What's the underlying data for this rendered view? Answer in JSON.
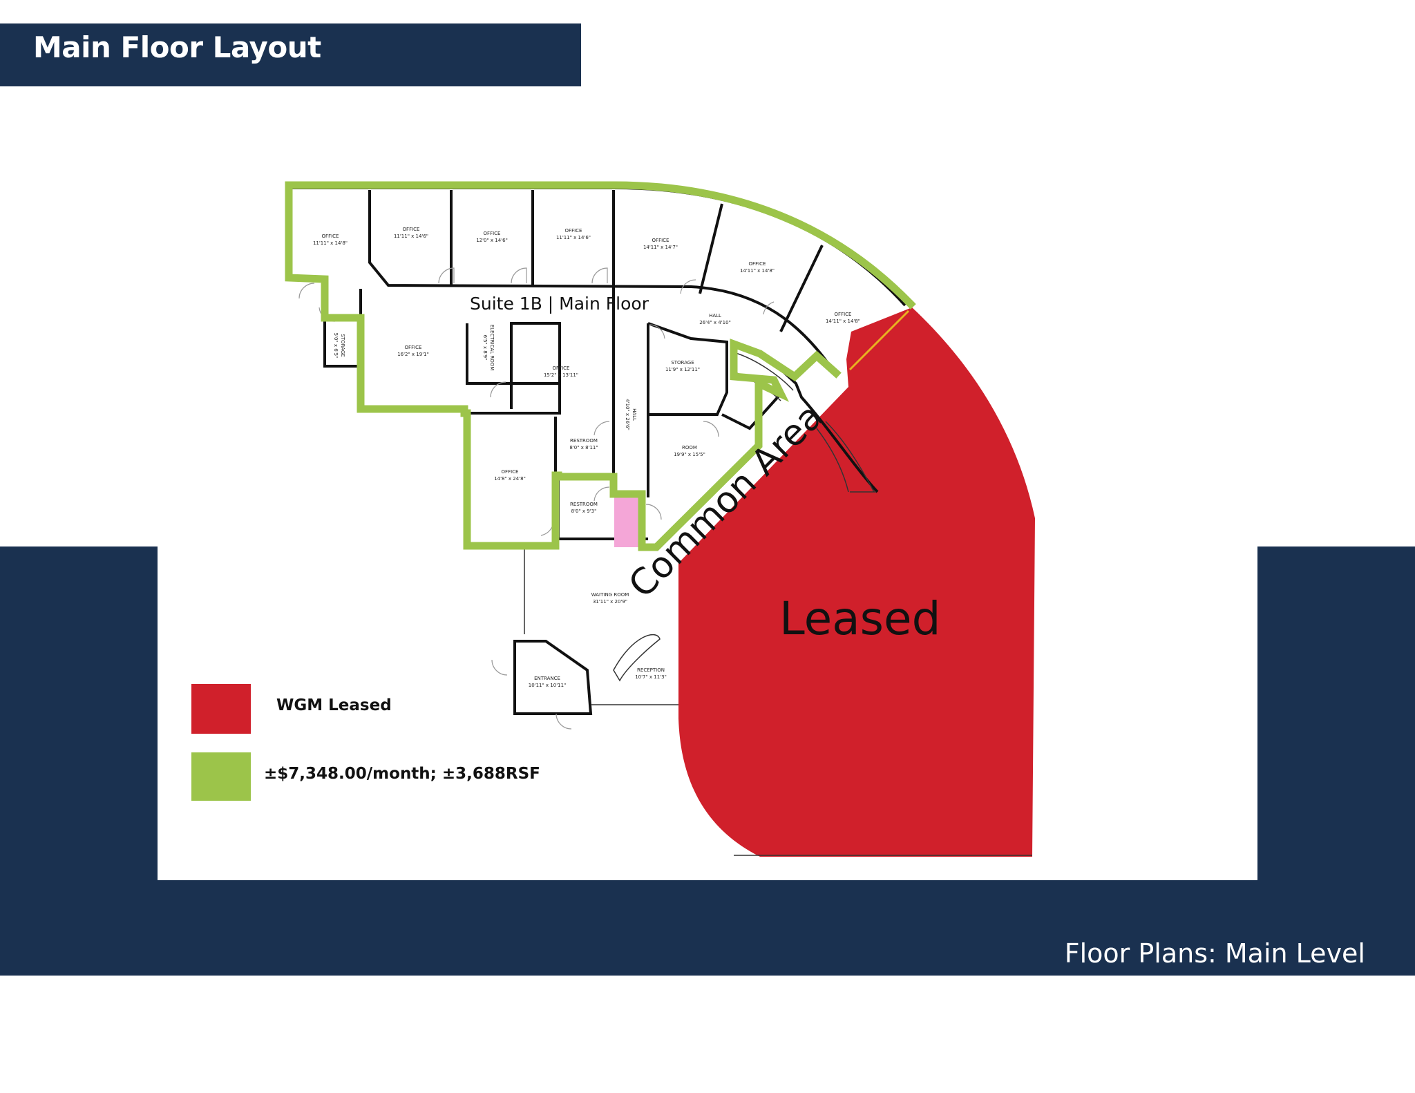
{
  "header": {
    "title": "Main Floor Layout"
  },
  "footer": {
    "caption": "Floor Plans: Main Level"
  },
  "plan": {
    "suite_label": "Suite 1B | Main Floor",
    "common_area_label": "Common Area",
    "leased_label": "Leased",
    "rooms": [
      {
        "name": "OFFICE",
        "dim": "11'11\" x 14'8\""
      },
      {
        "name": "OFFICE",
        "dim": "11'11\" x 14'6\""
      },
      {
        "name": "OFFICE",
        "dim": "12'0\" x 14'6\""
      },
      {
        "name": "OFFICE",
        "dim": "11'11\" x 14'6\""
      },
      {
        "name": "OFFICE",
        "dim": "14'11\" x 14'7\""
      },
      {
        "name": "OFFICE",
        "dim": "14'11\" x 14'8\""
      },
      {
        "name": "OFFICE",
        "dim": "14'11\" x 14'8\""
      },
      {
        "name": "HALL",
        "dim": "26'4\" x 4'10\""
      },
      {
        "name": "STORAGE",
        "dim": "11'9\" x 12'11\""
      },
      {
        "name": "OFFICE",
        "dim": "16'2\" x 19'1\""
      },
      {
        "name": "OFFICE",
        "dim": "15'2\" x 13'11\""
      },
      {
        "name": "RESTROOM",
        "dim": "8'0\" x 8'11\""
      },
      {
        "name": "RESTROOM",
        "dim": "8'0\" x 9'3\""
      },
      {
        "name": "OFFICE",
        "dim": "14'8\" x 24'8\""
      },
      {
        "name": "ROOM",
        "dim": "19'9\" x 15'5\""
      },
      {
        "name": "WAITING ROOM",
        "dim": "31'11\" x 20'9\""
      },
      {
        "name": "RECEPTION",
        "dim": "10'7\" x 11'3\""
      },
      {
        "name": "ENTRANCE",
        "dim": "10'11\" x 10'11\""
      }
    ],
    "rotated_rooms": [
      {
        "name": "STORAGE",
        "dim": "5'0\" x 6'5\""
      },
      {
        "name": "ELECTRICAL ROOM",
        "dim": "6'5\" x 8'9\""
      },
      {
        "name": "HALL",
        "dim": "4'10\" x 26'6\""
      }
    ]
  },
  "legend": {
    "items": [
      {
        "label": "WGM Leased",
        "color": "#d0202b"
      },
      {
        "label": "±$7,348.00/month; ±3,688RSF",
        "color": "#9cc44a"
      }
    ]
  },
  "colors": {
    "navy": "#1a3150",
    "leased": "#d0202b",
    "available": "#9cc44a",
    "restroom_highlight": "#f4a6d7"
  }
}
